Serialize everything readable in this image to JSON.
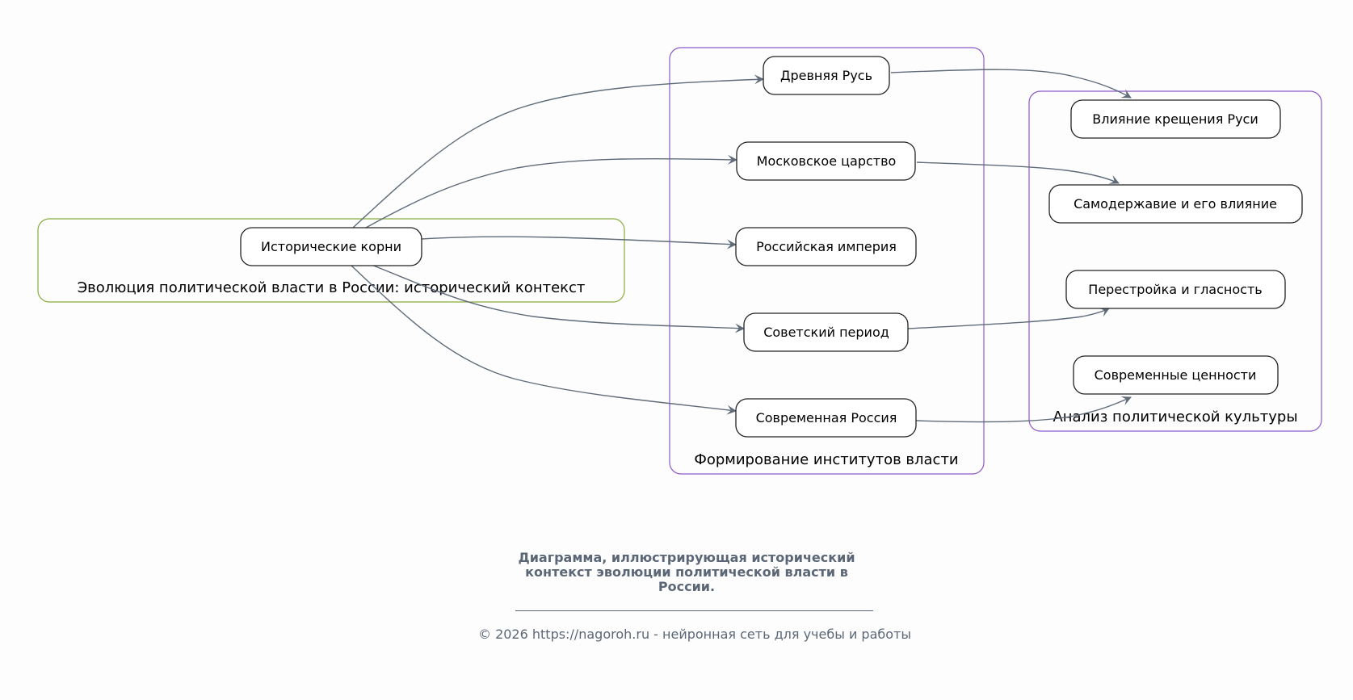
{
  "colors": {
    "background": "#fdfdfd",
    "cluster_green": "#86ad3c",
    "cluster_purple": "#8c58cc",
    "edge": "#5f6b78",
    "caption_text": "#5b6776"
  },
  "clusters": [
    {
      "id": "root",
      "label": "Эволюция политической власти в России: исторический контекст",
      "color": "green"
    },
    {
      "id": "institutions",
      "label": "Формирование институтов власти",
      "color": "purple"
    },
    {
      "id": "culture",
      "label": "Анализ политической культуры",
      "color": "purple"
    }
  ],
  "nodes": {
    "roots": "Исторические корни",
    "ancient_rus": "Древняя Русь",
    "muscovy": "Московское царство",
    "empire": "Российская империя",
    "soviet": "Советский период",
    "modern_russia": "Современная Россия",
    "baptism": "Влияние крещения Руси",
    "autocracy": "Самодержавие и его влияние",
    "perestroika": "Перестройка и гласность",
    "modern_values": "Современные ценности"
  },
  "edges": [
    {
      "from": "roots",
      "to": "ancient_rus"
    },
    {
      "from": "roots",
      "to": "muscovy"
    },
    {
      "from": "roots",
      "to": "empire"
    },
    {
      "from": "roots",
      "to": "soviet"
    },
    {
      "from": "roots",
      "to": "modern_russia"
    },
    {
      "from": "ancient_rus",
      "to": "baptism"
    },
    {
      "from": "muscovy",
      "to": "autocracy"
    },
    {
      "from": "soviet",
      "to": "perestroika"
    },
    {
      "from": "modern_russia",
      "to": "modern_values"
    }
  ],
  "caption": {
    "line1": "Диаграмма, иллюстрирующая исторический",
    "line2": "контекст эволюции политической власти в",
    "line3": "России."
  },
  "footer": {
    "copyright": "© 2026 https://nagoroh.ru - нейронная сеть для учебы и работы"
  }
}
